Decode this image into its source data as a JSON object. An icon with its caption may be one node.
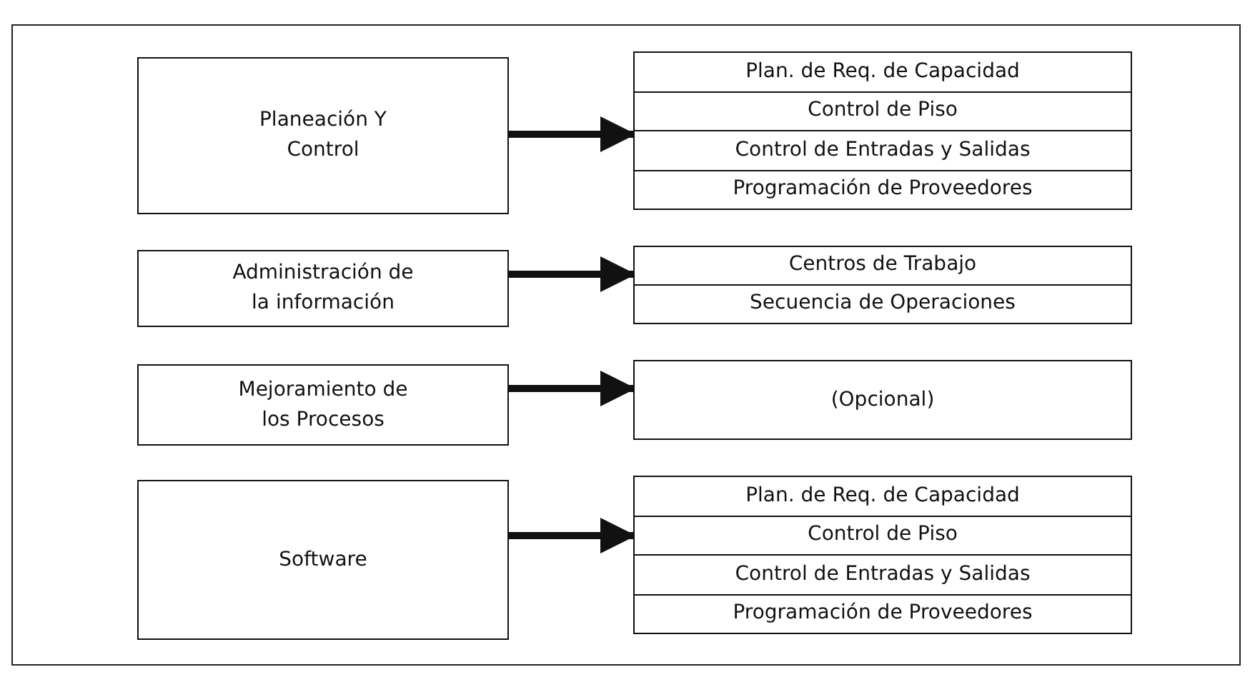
{
  "diagram": {
    "nodes": [
      {
        "text": [
          "Planeación Y Control"
        ]
      },
      {
        "text": [
          "Plan. de Req. de Capacidad",
          "Control de Piso",
          "Control de Entradas y Salidas",
          "Programación de Proveedores"
        ]
      },
      {
        "text": [
          "Administración de la información"
        ]
      },
      {
        "text": [
          "Centros de Trabajo",
          "Secuencia de Operaciones"
        ]
      },
      {
        "text": [
          "Mejoramiento de los Procesos"
        ]
      },
      {
        "text": [
          "(Opcional)"
        ]
      },
      {
        "text": [
          "Software"
        ]
      },
      {
        "text": [
          "Plan. de Req. de Capacidad",
          "Control de Piso",
          "Control de Entradas y Salidas",
          "Programación de Proveedores"
        ]
      }
    ],
    "edges": [
      {
        "from": 0,
        "to": 1,
        "arrow": "to"
      },
      {
        "from": 2,
        "to": 3,
        "arrow": "to"
      },
      {
        "from": 4,
        "to": 5,
        "arrow": "to"
      },
      {
        "from": 6,
        "to": 7,
        "arrow": "to"
      }
    ]
  }
}
